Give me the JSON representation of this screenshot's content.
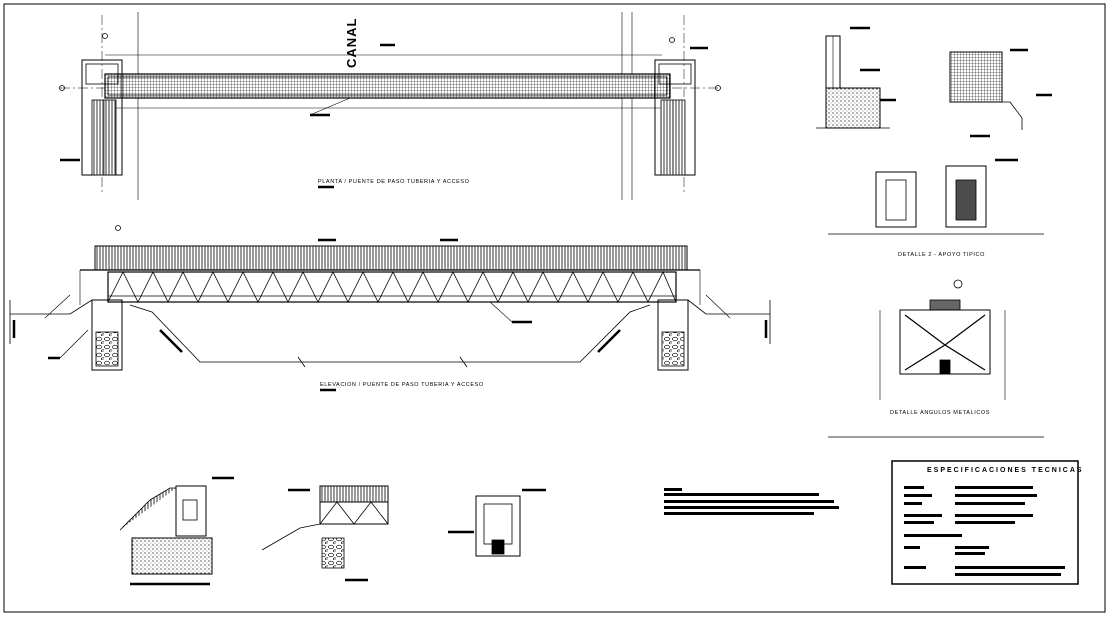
{
  "drawing": {
    "canal_label": "CANAL",
    "plan_title": "PLANTA / PUENTE DE PASO TUBERIA  Y ACCESO",
    "elevation_title": "ELEVACION / PUENTE DE PASO TUBERIA  Y ACCESO",
    "detail2_title": "DETALLE 2 - APOYO TIPICO",
    "detail_angles_title": "DETALLE ANGULOS METALICOS",
    "specs_title": "ESPECIFICACIONES TECNICAS"
  },
  "colors": {
    "line": "#000000",
    "background": "#ffffff"
  }
}
